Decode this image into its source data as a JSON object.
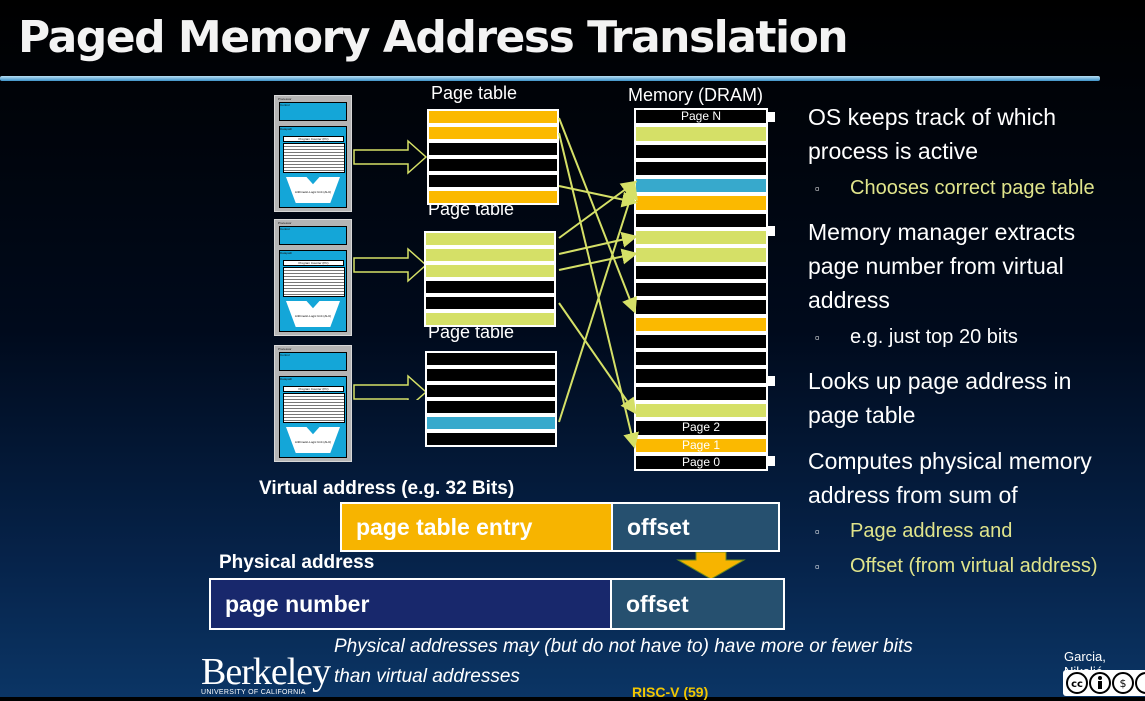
{
  "title": "Paged Memory Address Translation",
  "processor": {
    "label": "Processor",
    "control": "Control",
    "datapath": "Datapath",
    "pc": "Program Counter (PC)",
    "registers": "Registers",
    "alu": "Arithmetic-Logic Unit (ALU)"
  },
  "page_tables": {
    "label": "Page table",
    "tables": [
      [
        "orange",
        "orange",
        "black",
        "black",
        "black",
        "orange"
      ],
      [
        "yellow",
        "yellow",
        "yellow",
        "black",
        "black",
        "yellow"
      ],
      [
        "black",
        "black",
        "black",
        "black",
        "blue",
        "black"
      ]
    ]
  },
  "memory": {
    "label": "Memory (DRAM)",
    "rows": [
      {
        "color": "black",
        "text": "Page N"
      },
      {
        "color": "yellow",
        "text": ""
      },
      {
        "color": "black",
        "text": ""
      },
      {
        "color": "black",
        "text": ""
      },
      {
        "color": "blue",
        "text": ""
      },
      {
        "color": "orange",
        "text": ""
      },
      {
        "color": "black",
        "text": ""
      },
      {
        "color": "yellow",
        "text": ""
      },
      {
        "color": "yellow",
        "text": ""
      },
      {
        "color": "black",
        "text": ""
      },
      {
        "color": "black",
        "text": ""
      },
      {
        "color": "black",
        "text": ""
      },
      {
        "color": "orange",
        "text": ""
      },
      {
        "color": "black",
        "text": ""
      },
      {
        "color": "black",
        "text": ""
      },
      {
        "color": "black",
        "text": ""
      },
      {
        "color": "black",
        "text": ""
      },
      {
        "color": "yellow",
        "text": ""
      },
      {
        "color": "black",
        "text": "Page 2"
      },
      {
        "color": "orange",
        "text": "Page 1"
      },
      {
        "color": "black",
        "text": "Page 0"
      }
    ]
  },
  "bullets": [
    {
      "text_lines": [
        "OS keeps track of which",
        "process is active"
      ],
      "sub": [
        "Chooses correct page table"
      ]
    },
    {
      "text_lines": [
        "Memory manager extracts",
        "page number from virtual",
        "address"
      ],
      "sub": [
        "e.g. just top 20 bits"
      ]
    },
    {
      "text_lines": [
        "Looks up page address in",
        "page table"
      ],
      "sub": []
    },
    {
      "text_lines": [
        "Computes physical memory",
        "address from sum of"
      ],
      "sub": [
        "Page address and",
        "Offset (from virtual address)"
      ]
    }
  ],
  "virtual_address": {
    "caption": "Virtual address (e.g. 32 Bits)",
    "entry": "page table entry",
    "offset": "offset"
  },
  "physical_address": {
    "caption": "Physical address",
    "page_number": "page number",
    "offset": "offset"
  },
  "note_line1": "Physical addresses may (but do not have to) have more or fewer bits",
  "note_line2": "than virtual addresses",
  "footer": {
    "logo": "Berkeley",
    "logo_sub": "UNIVERSITY OF CALIFORNIA",
    "course": "RISC-V (59)",
    "author": "Garcia, Nikolić"
  },
  "colors": {
    "orange": "#fbb900",
    "yellow": "#d5e067",
    "blue": "#37a9cc",
    "black": "#000000",
    "arrow": "#d5e067",
    "entry_box": "#f7b400",
    "offset_box": "#26506f",
    "page_number_box": "#18286c"
  }
}
